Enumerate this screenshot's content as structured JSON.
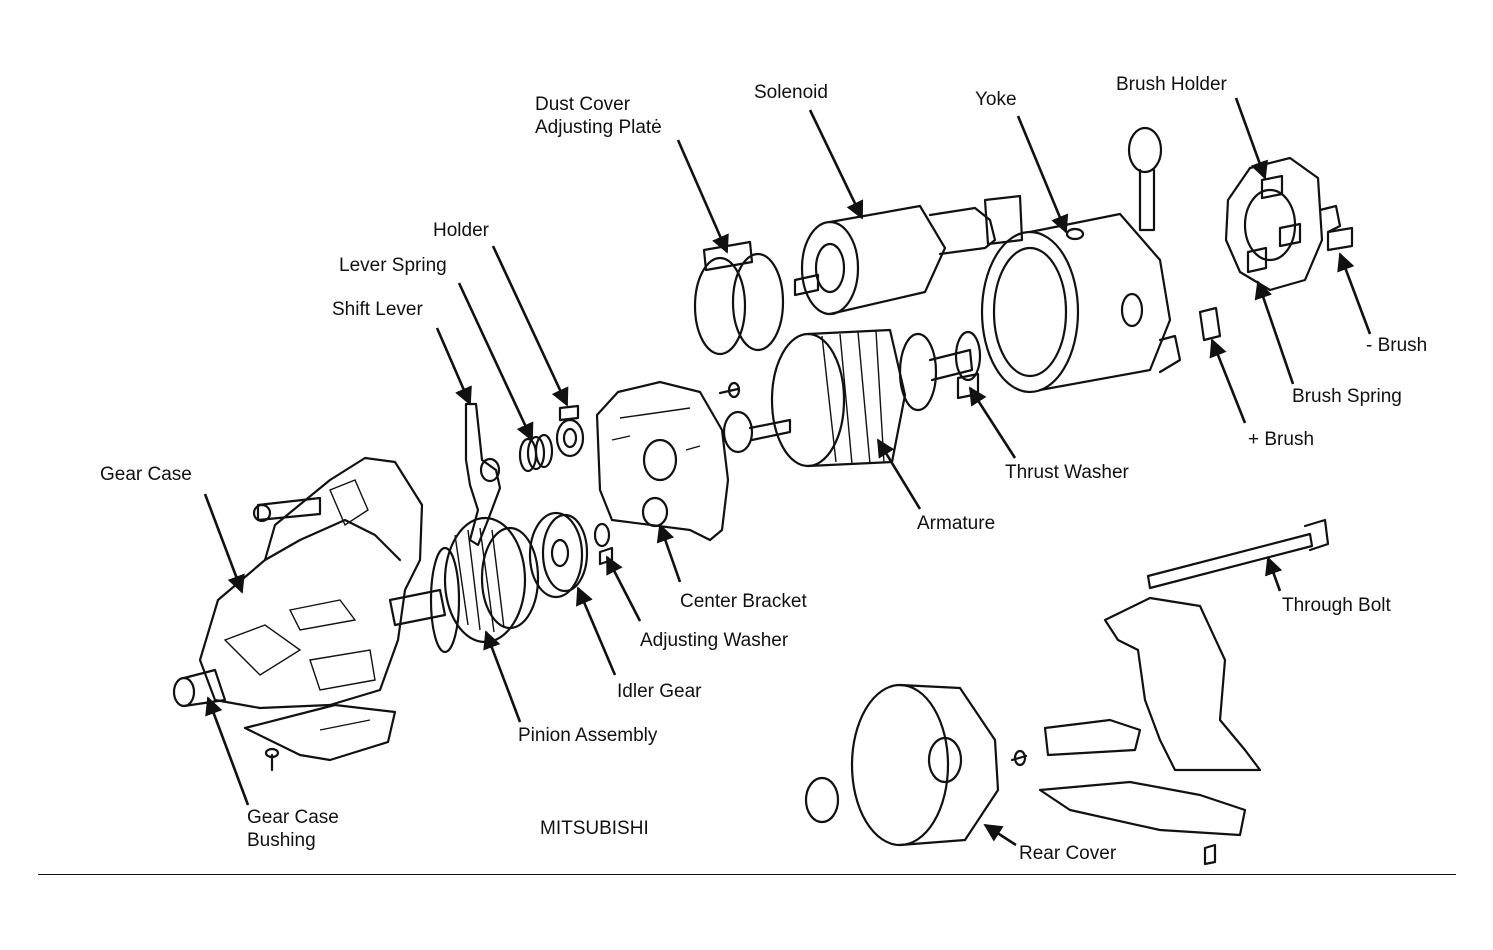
{
  "diagram": {
    "maker_label": "MITSUBISHI",
    "labels": {
      "dust_cover": "Dust Cover",
      "adjusting_plate": "Adjusting Platė",
      "solenoid": "Solenoid",
      "yoke": "Yoke",
      "brush_holder": "Brush Holder",
      "holder": "Holder",
      "lever_spring": "Lever Spring",
      "shift_lever": "Shift Lever",
      "minus_brush": "- Brush",
      "brush_spring": "Brush Spring",
      "plus_brush": "+ Brush",
      "gear_case": "Gear Case",
      "thrust_washer": "Thrust Washer",
      "armature": "Armature",
      "center_bracket": "Center Bracket",
      "through_bolt": "Through Bolt",
      "adjusting_washer": "Adjusting Washer",
      "idler_gear": "Idler Gear",
      "pinion_assembly": "Pinion Assembly",
      "gear_case_bushing_1": "Gear Case",
      "gear_case_bushing_2": "Bushing",
      "rear_cover": "Rear Cover"
    }
  }
}
